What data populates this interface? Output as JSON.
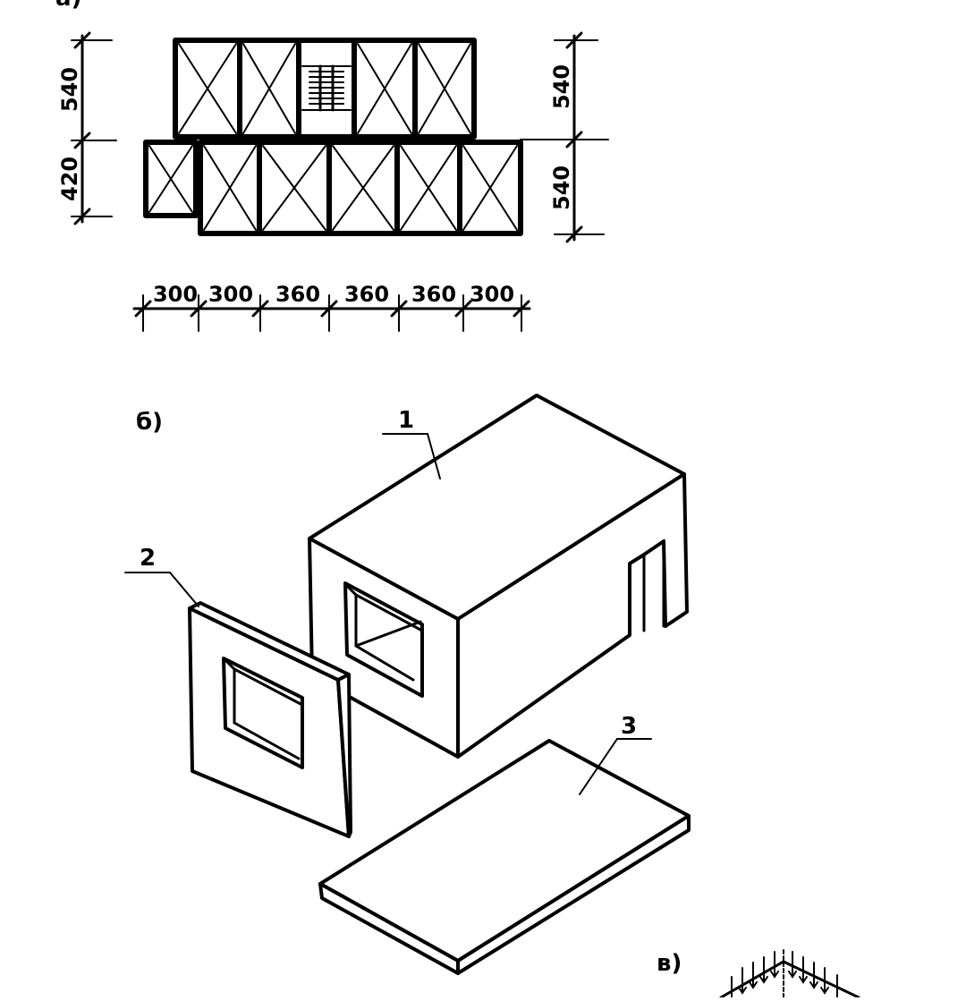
{
  "panels": {
    "a": {
      "label": "a)"
    },
    "b": {
      "label": "б)"
    },
    "c": {
      "label": "в)"
    }
  },
  "plan": {
    "left_dims": [
      "540",
      "420"
    ],
    "right_dims": [
      "540",
      "540"
    ],
    "bottom_dims": [
      "300",
      "300",
      "360",
      "360",
      "360",
      "300"
    ]
  },
  "callouts": [
    "1",
    "2",
    "3"
  ]
}
